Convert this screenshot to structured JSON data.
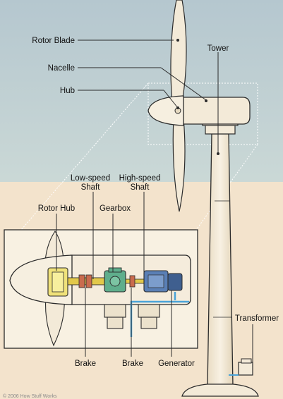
{
  "labels": {
    "rotor_blade": "Rotor Blade",
    "nacelle": "Nacelle",
    "hub": "Hub",
    "tower": "Tower",
    "low_speed_shaft_1": "Low-speed",
    "low_speed_shaft_2": "Shaft",
    "high_speed_shaft_1": "High-speed",
    "high_speed_shaft_2": "Shaft",
    "rotor_hub": "Rotor Hub",
    "gearbox": "Gearbox",
    "brake_left": "Brake",
    "brake_right": "Brake",
    "generator": "Generator",
    "transformer": "Transformer"
  },
  "copyright": "© 2006 How Stuff Works",
  "colors": {
    "sky": "#b9ccd2",
    "ground": "#f3e3cc",
    "structure": "#f3ead8",
    "outline": "#2b2b2b",
    "hub_yellow": "#f0e27a",
    "shaft_yellow": "#e2c84a",
    "brake_red": "#c96b4e",
    "gearbox_green": "#5fae8c",
    "generator_blue": "#5a7fb5",
    "cable_blue": "#4aa3d8"
  }
}
